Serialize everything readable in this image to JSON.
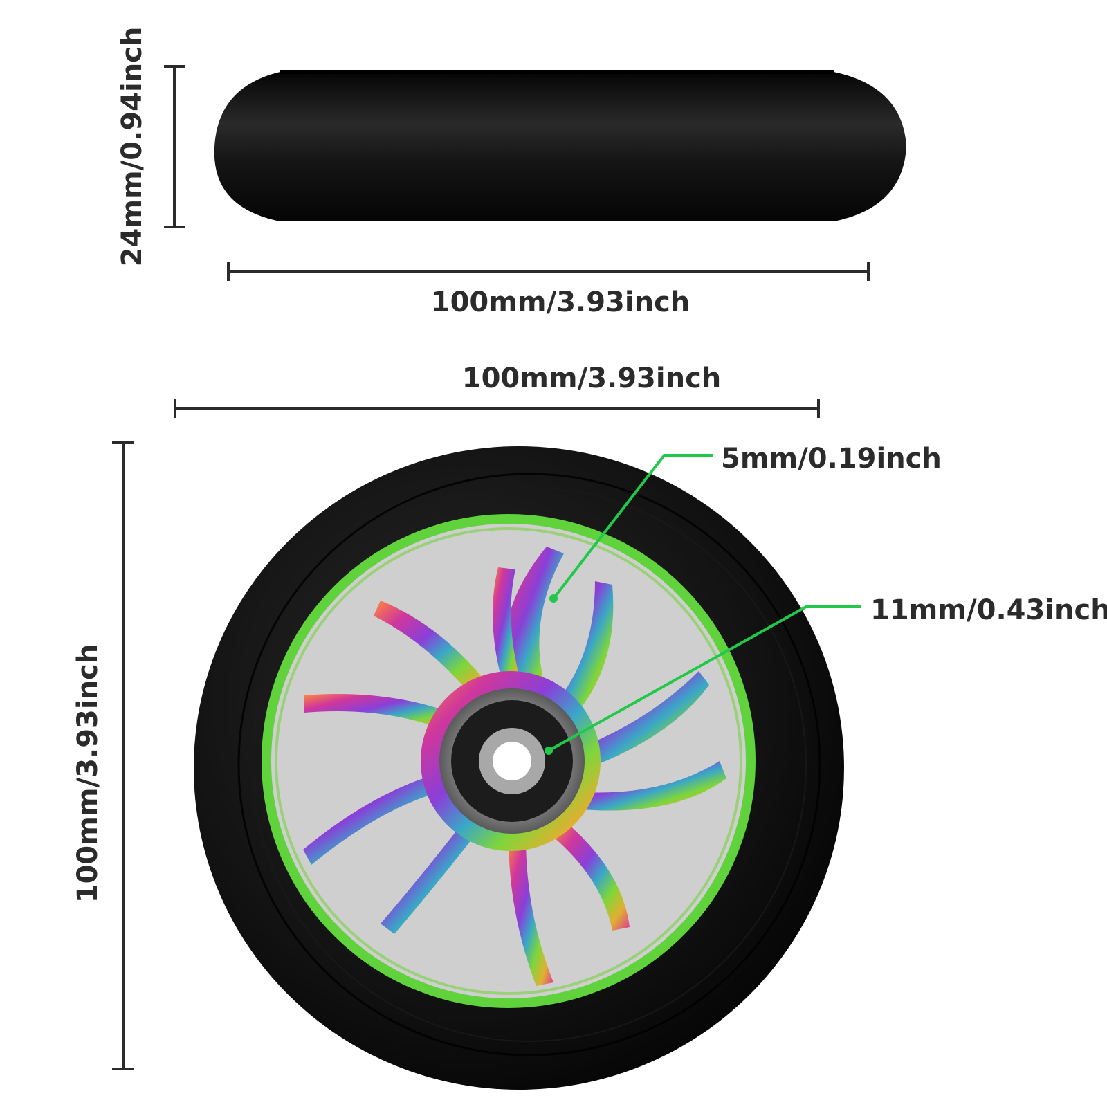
{
  "side_view": {
    "height_label": "24mm/0.94inch",
    "width_label": "100mm/3.93inch"
  },
  "front_view": {
    "width_label": "100mm/3.93inch",
    "height_label": "100mm/3.93inch",
    "callout_upper": "5mm/0.19inch",
    "callout_lower": "11mm/0.43inch"
  },
  "colors": {
    "dimension_line": "#2b2b2b",
    "callout_line": "#22c84a",
    "rim_ring": "#5fd23c",
    "tire": "#111111"
  }
}
